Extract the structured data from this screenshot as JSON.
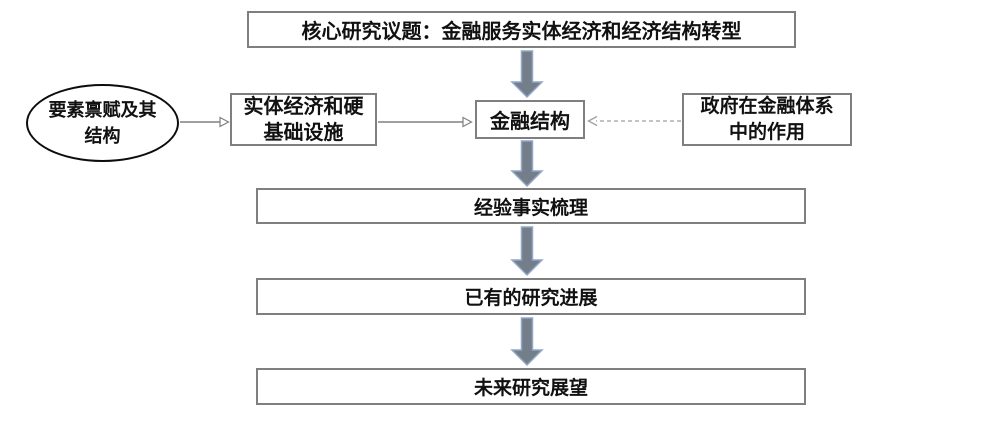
{
  "diagram": {
    "nodes": {
      "title": {
        "label": "核心研究议题：金融服务实体经济和经济结构转型",
        "shape": "rectangle"
      },
      "factor_endowment": {
        "label": "要素禀赋及其\n结构",
        "shape": "ellipse"
      },
      "real_economy": {
        "label": "实体经济和硬\n基础设施",
        "shape": "rectangle"
      },
      "financial_structure": {
        "label": "金融结构",
        "shape": "rectangle"
      },
      "government_role": {
        "label": "政府在金融体系\n中的作用",
        "shape": "rectangle"
      },
      "empirical_facts": {
        "label": "经验事实梳理",
        "shape": "rectangle"
      },
      "existing_research": {
        "label": "已有的研究进展",
        "shape": "rectangle"
      },
      "future_outlook": {
        "label": "未来研究展望",
        "shape": "rectangle"
      }
    },
    "connectors": [
      {
        "from": "title",
        "to": "financial_structure",
        "style": "thick-block-arrow",
        "direction": "down"
      },
      {
        "from": "financial_structure",
        "to": "empirical_facts",
        "style": "thick-block-arrow",
        "direction": "down"
      },
      {
        "from": "empirical_facts",
        "to": "existing_research",
        "style": "thick-block-arrow",
        "direction": "down"
      },
      {
        "from": "existing_research",
        "to": "future_outlook",
        "style": "thick-block-arrow",
        "direction": "down"
      },
      {
        "from": "factor_endowment",
        "to": "real_economy",
        "style": "thin-arrow",
        "direction": "right"
      },
      {
        "from": "real_economy",
        "to": "financial_structure",
        "style": "thin-arrow",
        "direction": "right"
      },
      {
        "from": "government_role",
        "to": "financial_structure",
        "style": "dashed-arrow",
        "direction": "left"
      }
    ],
    "colors": {
      "background": "#ffffff",
      "box_border": "#7f7f7f",
      "ellipse_border": "#0d0d0d",
      "text": "#111111",
      "thick_arrow_fill": "#747e8a",
      "thick_arrow_stroke": "#91a7c7",
      "thin_arrow": "#808080",
      "dashed_arrow": "#9f9f9f"
    }
  }
}
